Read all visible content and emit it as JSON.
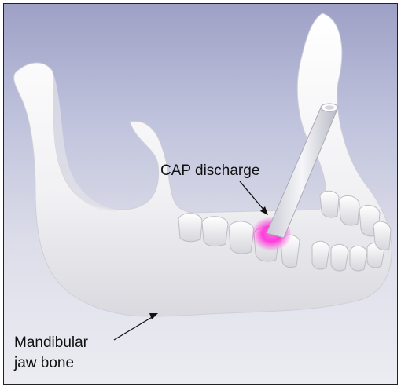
{
  "labels": {
    "cap_discharge": "CAP discharge",
    "mandibular_line1": "Mandibular",
    "mandibular_line2": "jaw bone"
  },
  "colors": {
    "background_top": "#9ea0c6",
    "background_bottom": "#ececf2",
    "bone": "#f4f4f6",
    "plasma_glow": "#ff2bd6",
    "probe": "#e8e8ee"
  },
  "illustration": {
    "subject": "mandible-with-teeth",
    "tool": "plasma-probe-tube"
  }
}
